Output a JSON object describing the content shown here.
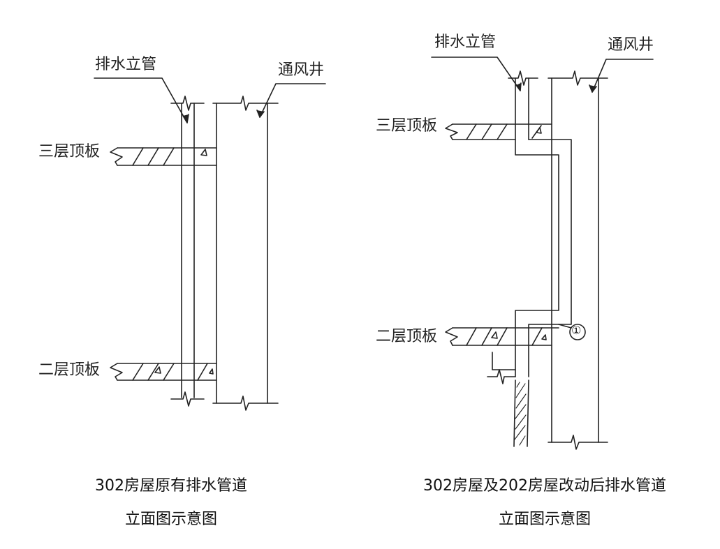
{
  "left_diagram": {
    "labels": {
      "drain_pipe": "排水立管",
      "vent_shaft": "通风井",
      "third_floor_slab": "三层顶板",
      "second_floor_slab": "二层顶板"
    },
    "caption_line1": "302房屋原有排水管道",
    "caption_line2": "立面图示意图"
  },
  "right_diagram": {
    "labels": {
      "drain_pipe": "排水立管",
      "vent_shaft": "通风井",
      "third_floor_slab": "三层顶板",
      "second_floor_slab": "二层顶板",
      "marker": "①"
    },
    "caption_line1": "302房屋及202房屋改动后排水管道",
    "caption_line2": "立面图示意图"
  },
  "colors": {
    "line": "#222222",
    "background": "#ffffff"
  }
}
